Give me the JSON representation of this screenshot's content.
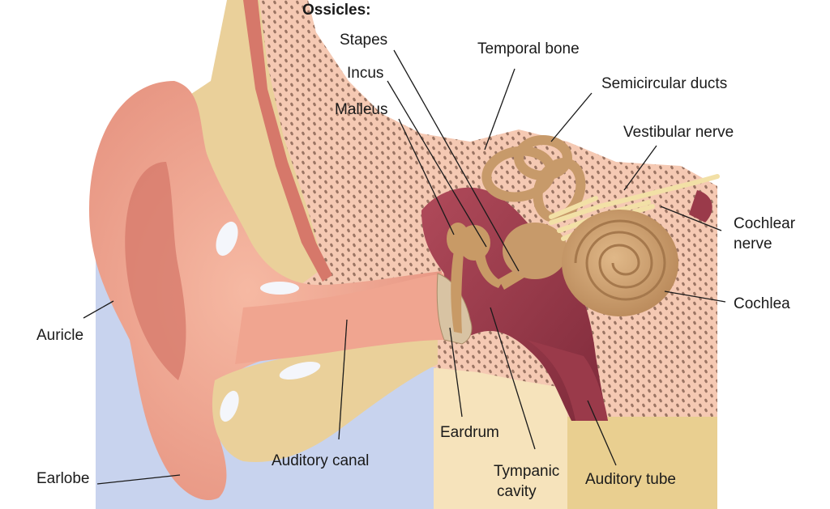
{
  "heading": "Ossicles:",
  "labels": {
    "stapes": "Stapes",
    "incus": "Incus",
    "malleus": "Malleus",
    "temporal_bone": "Temporal bone",
    "semicircular_ducts": "Semicircular ducts",
    "vestibular_nerve": "Vestibular nerve",
    "cochlear_nerve_1": "Cochlear",
    "cochlear_nerve_2": "nerve",
    "cochlea": "Cochlea",
    "auricle": "Auricle",
    "earlobe": "Earlobe",
    "auditory_canal": "Auditory canal",
    "eardrum": "Eardrum",
    "tympanic_cavity_1": "Tympanic",
    "tympanic_cavity_2": "cavity",
    "auditory_tube": "Auditory tube"
  },
  "colors": {
    "background_left": "#c8d3ee",
    "bone": "#f5c9b3",
    "bone_dots": "#7a5a4a",
    "skin": "#f0a590",
    "skin_dark": "#d6786a",
    "cartilage": "#ead09a",
    "ossicle": "#c89a66",
    "cavity": "#9a3a4a",
    "lower_block_light": "#f6e3bb",
    "lower_block_dark": "#e9cf90",
    "cochlea": "#c79a6a",
    "nerve": "#f2e0a6",
    "highlight": "#f4f6fb"
  }
}
